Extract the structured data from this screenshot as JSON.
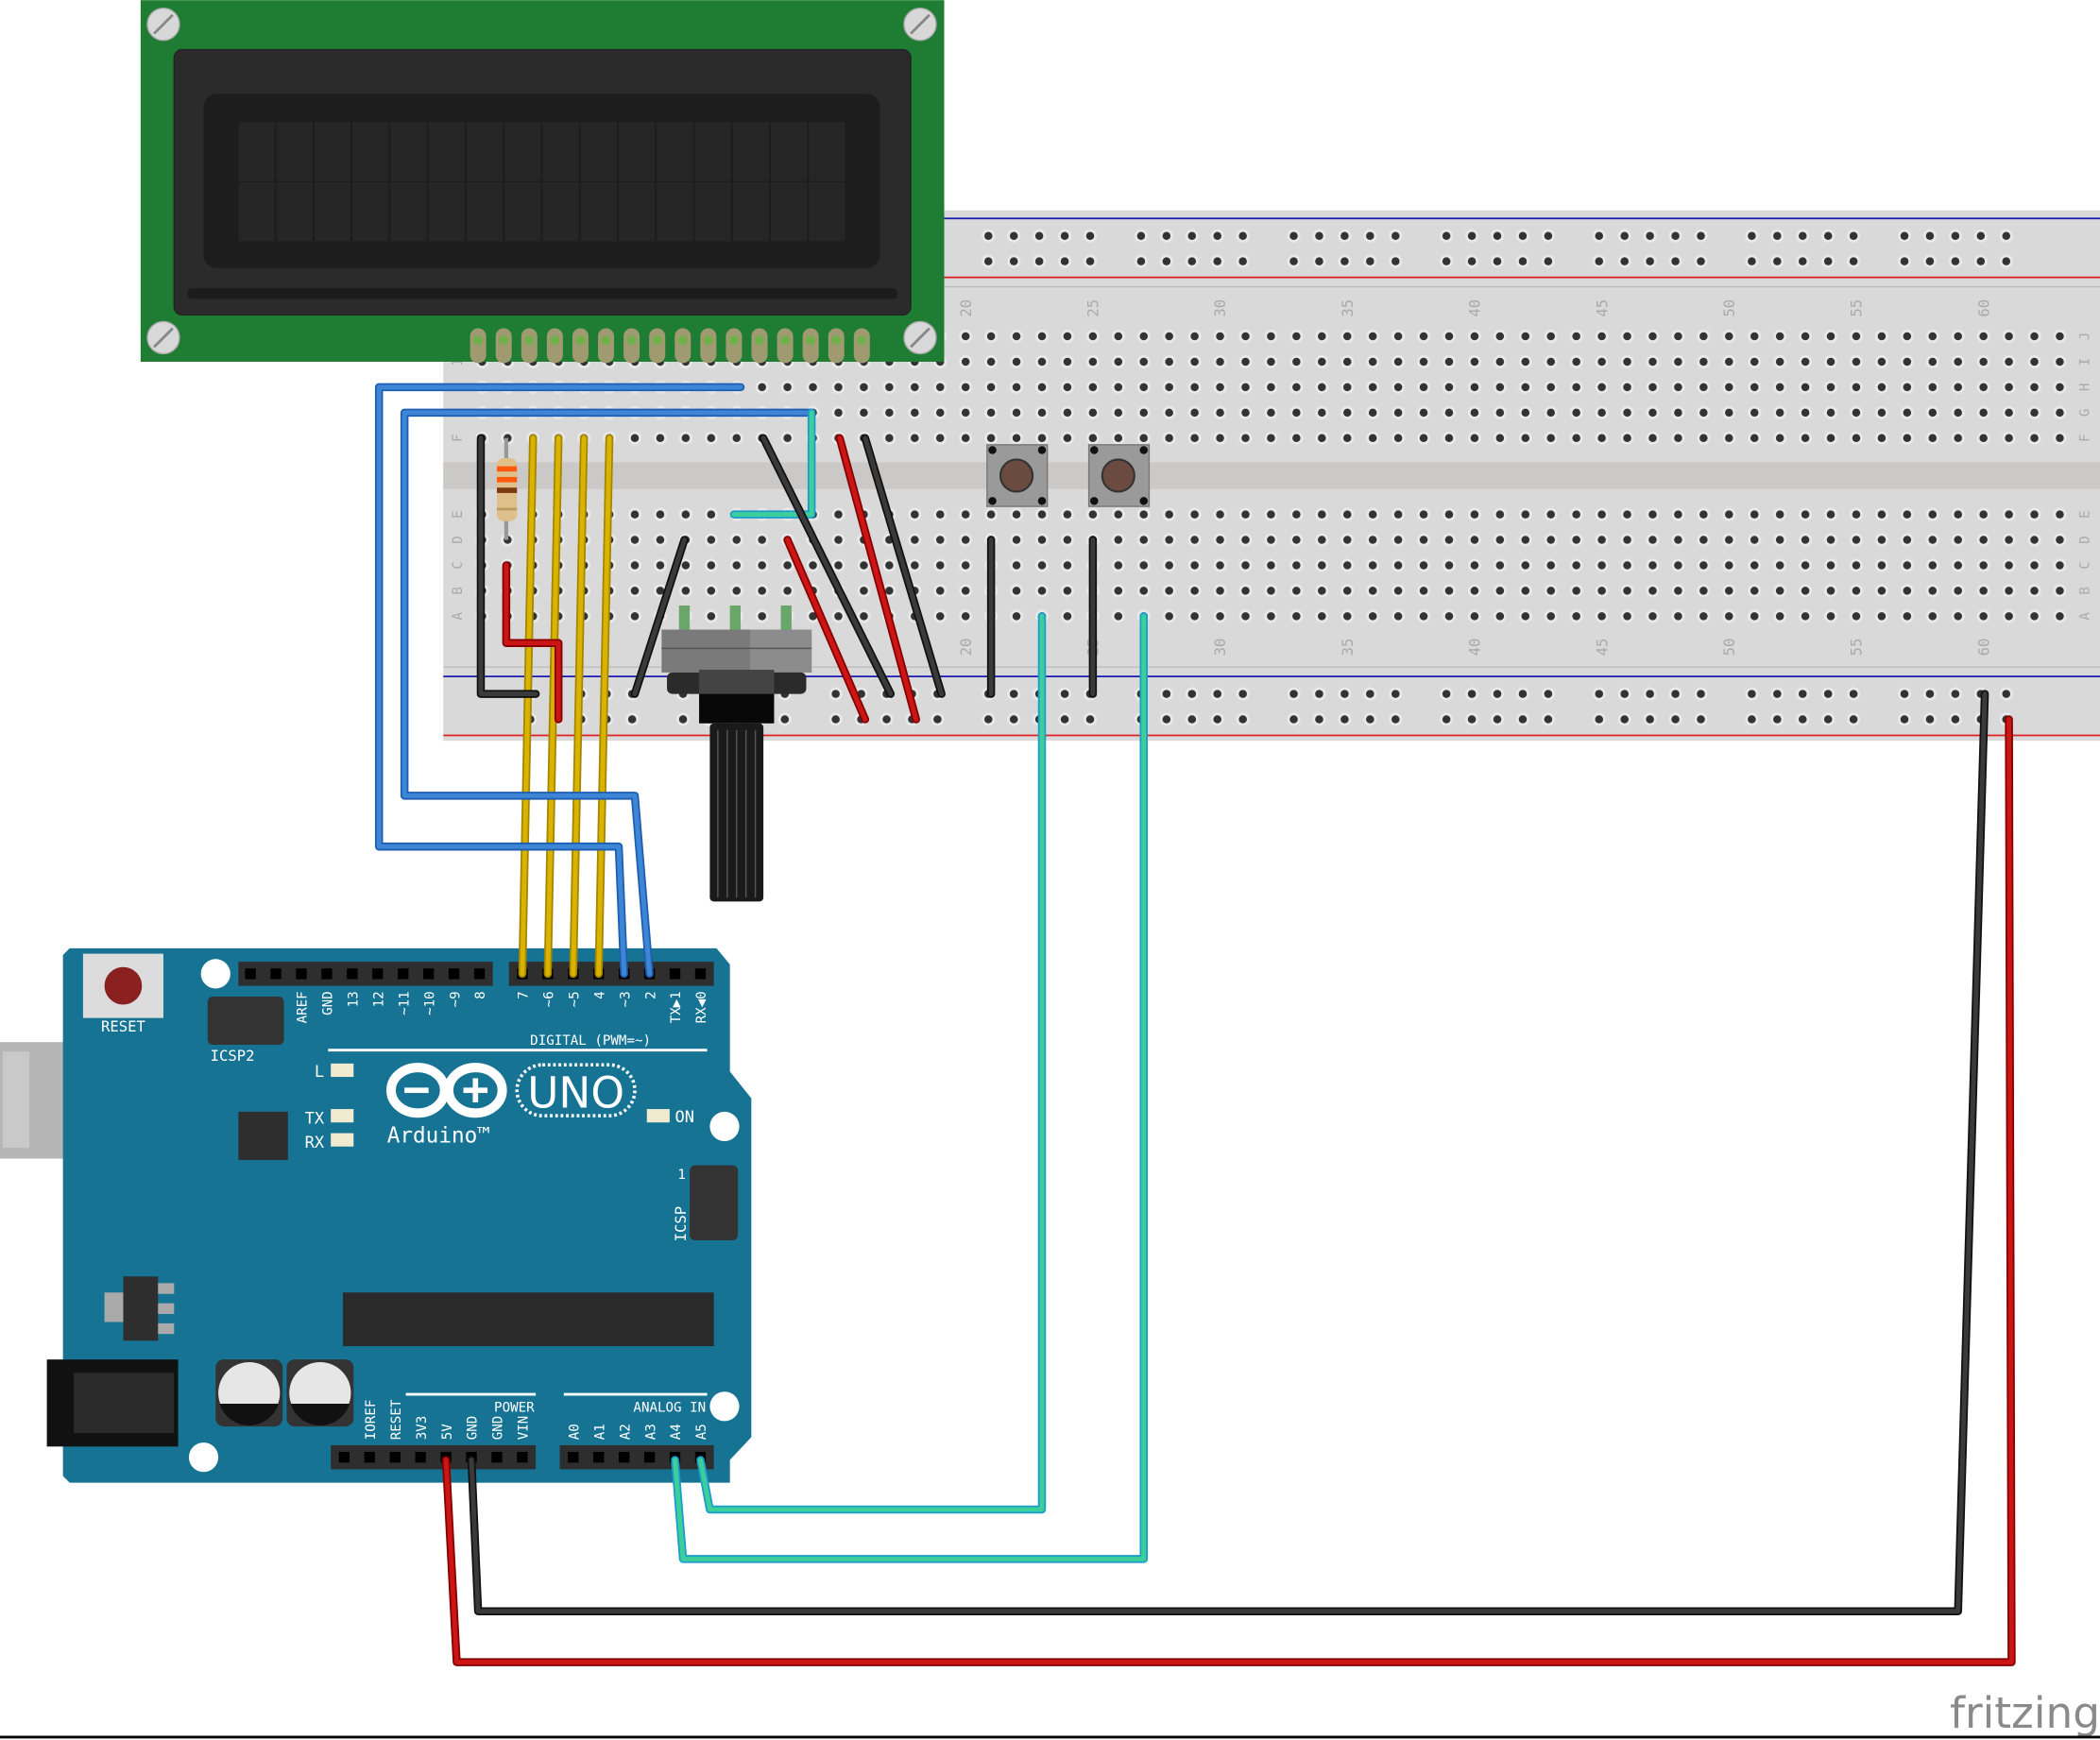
{
  "breadboard": {
    "row_letters_top": [
      "J",
      "I",
      "H",
      "G",
      "F"
    ],
    "row_letters_bottom": [
      "E",
      "D",
      "C",
      "B",
      "A"
    ],
    "column_numbers": [
      "20",
      "25",
      "30",
      "35",
      "40",
      "45",
      "50",
      "55",
      "60"
    ]
  },
  "arduino": {
    "reset_label": "RESET",
    "icsp2_label": "ICSP2",
    "icsp_label": "ICSP",
    "icsp_pin1": "1",
    "digital_header_left": [
      "",
      "",
      "AREF",
      "GND",
      "13",
      "12",
      "~11",
      "~10",
      "~9",
      "8"
    ],
    "digital_header_right": [
      "7",
      "~6",
      "~5",
      "4",
      "~3",
      "2",
      "TX▶1",
      "RX◀0"
    ],
    "digital_title": "DIGITAL (PWM=~)",
    "led_l": "L",
    "led_tx": "TX",
    "led_rx": "RX",
    "led_on": "ON",
    "model": "UNO",
    "brand": "Arduino™",
    "power_pins": [
      "",
      "IOREF",
      "RESET",
      "3V3",
      "5V",
      "GND",
      "GND",
      "VIN"
    ],
    "power_title": "POWER",
    "analog_pins": [
      "A0",
      "A1",
      "A2",
      "A3",
      "A4",
      "A5"
    ],
    "analog_title": "ANALOG IN"
  },
  "watermark": "fritzing",
  "colors": {
    "board": "#167394",
    "lcd_pcb": "#1f7d33",
    "breadboard": "#d9d9d9",
    "wire_yellow": "#d9b300",
    "wire_blue": "#3d86d6",
    "wire_cyan": "#3ccf9a",
    "wire_black": "#3a3a3a",
    "wire_red": "#cc1515"
  }
}
